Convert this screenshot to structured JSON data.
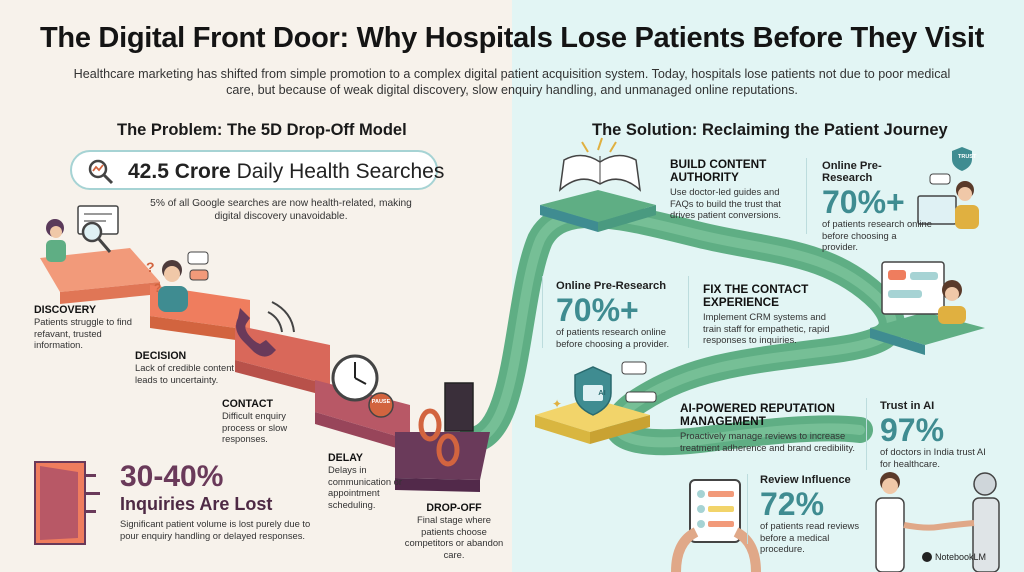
{
  "header": {
    "title": "The Digital Front Door: Why Hospitals Lose Patients Before They Visit",
    "subtitle": "Healthcare marketing has shifted from simple promotion to a complex digital patient acquisition system. Today, hospitals lose patients not due to poor medical care, but because of weak digital discovery, slow enquiry handling, and unmanaged online reputations."
  },
  "problem": {
    "heading": "The Problem: The 5D Drop-Off Model",
    "search_stat_number": "42.5 Crore",
    "search_stat_text": "Daily Health Searches",
    "search_note": "5% of all Google searches are now health-related, making digital discovery unavoidable.",
    "stages": [
      {
        "title": "DISCOVERY",
        "desc": "Patients struggle to find refavant, trusted information."
      },
      {
        "title": "DECISION",
        "desc": "Lack of credible content leads to uncertainty."
      },
      {
        "title": "CONTACT",
        "desc": "Difficult enquiry process or slow responses."
      },
      {
        "title": "DELAY",
        "desc": "Delays in communication or appointment scheduling."
      },
      {
        "title": "DROP-OFF",
        "desc": "Final stage where patients choose competitors or abandon care."
      }
    ],
    "pause_label": "PAUSE",
    "lost_number": "30-40%",
    "lost_heading": "Inquiries Are Lost",
    "lost_desc": "Significant patient volume is lost purely due to pour enquiry handling or delayed responses."
  },
  "solution": {
    "heading": "The Solution: Reclaiming the Patient Journey",
    "steps": [
      {
        "title": "BUILD CONTENT AUTHORITY",
        "desc": "Use doctor-led guides and FAQs to build the trust that drives patient conversions."
      },
      {
        "title": "FIX THE CONTACT EXPERIENCE",
        "desc": "Implement CRM systems and train staff for empathetic, rapid responses to inquiries."
      },
      {
        "title": "AI-POWERED REPUTATION MANAGEMENT",
        "desc": "Proactively manage reviews to increase treatment adherence and brand credibility."
      }
    ],
    "cards": [
      {
        "title": "Online Pre-Research",
        "value": "70%+",
        "desc": "of patients research online before choosing a provider."
      },
      {
        "title": "Online Pre-Research",
        "value": "70%+",
        "desc": "of patients research online before choosing a provider."
      },
      {
        "title": "Trust in AI",
        "value": "97%",
        "desc": "of doctors in India trust AI for healthcare."
      },
      {
        "title": "Review Influence",
        "value": "72%",
        "desc": "of patients read reviews before a medical procedure."
      }
    ],
    "trust_label": "TRUST",
    "ai_label": "AI"
  },
  "brand": "NotebookLM",
  "colors": {
    "teal": "#3f8c91",
    "path_green": "#5fae84",
    "coral": "#ef7d5e",
    "plum": "#6a3a5a"
  }
}
